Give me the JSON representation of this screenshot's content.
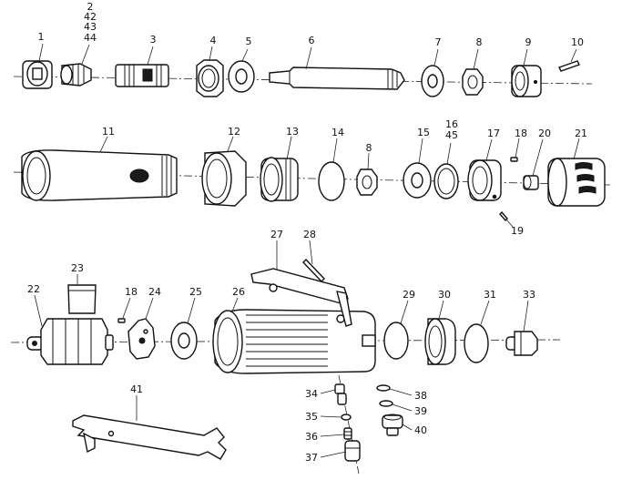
{
  "diagram": {
    "row1_labels": [
      "1",
      "2",
      "42",
      "43",
      "44",
      "3",
      "4",
      "5",
      "6",
      "7",
      "8",
      "9",
      "10"
    ],
    "row2_labels": [
      "11",
      "12",
      "13",
      "14",
      "8",
      "15",
      "16",
      "45",
      "17",
      "18",
      "20",
      "21",
      "19"
    ],
    "row3_labels": [
      "27",
      "28",
      "23",
      "22",
      "18",
      "24",
      "25",
      "26",
      "29",
      "30",
      "31",
      "33"
    ],
    "row4_labels": [
      "41",
      "34",
      "35",
      "36",
      "37",
      "38",
      "39",
      "40"
    ]
  }
}
